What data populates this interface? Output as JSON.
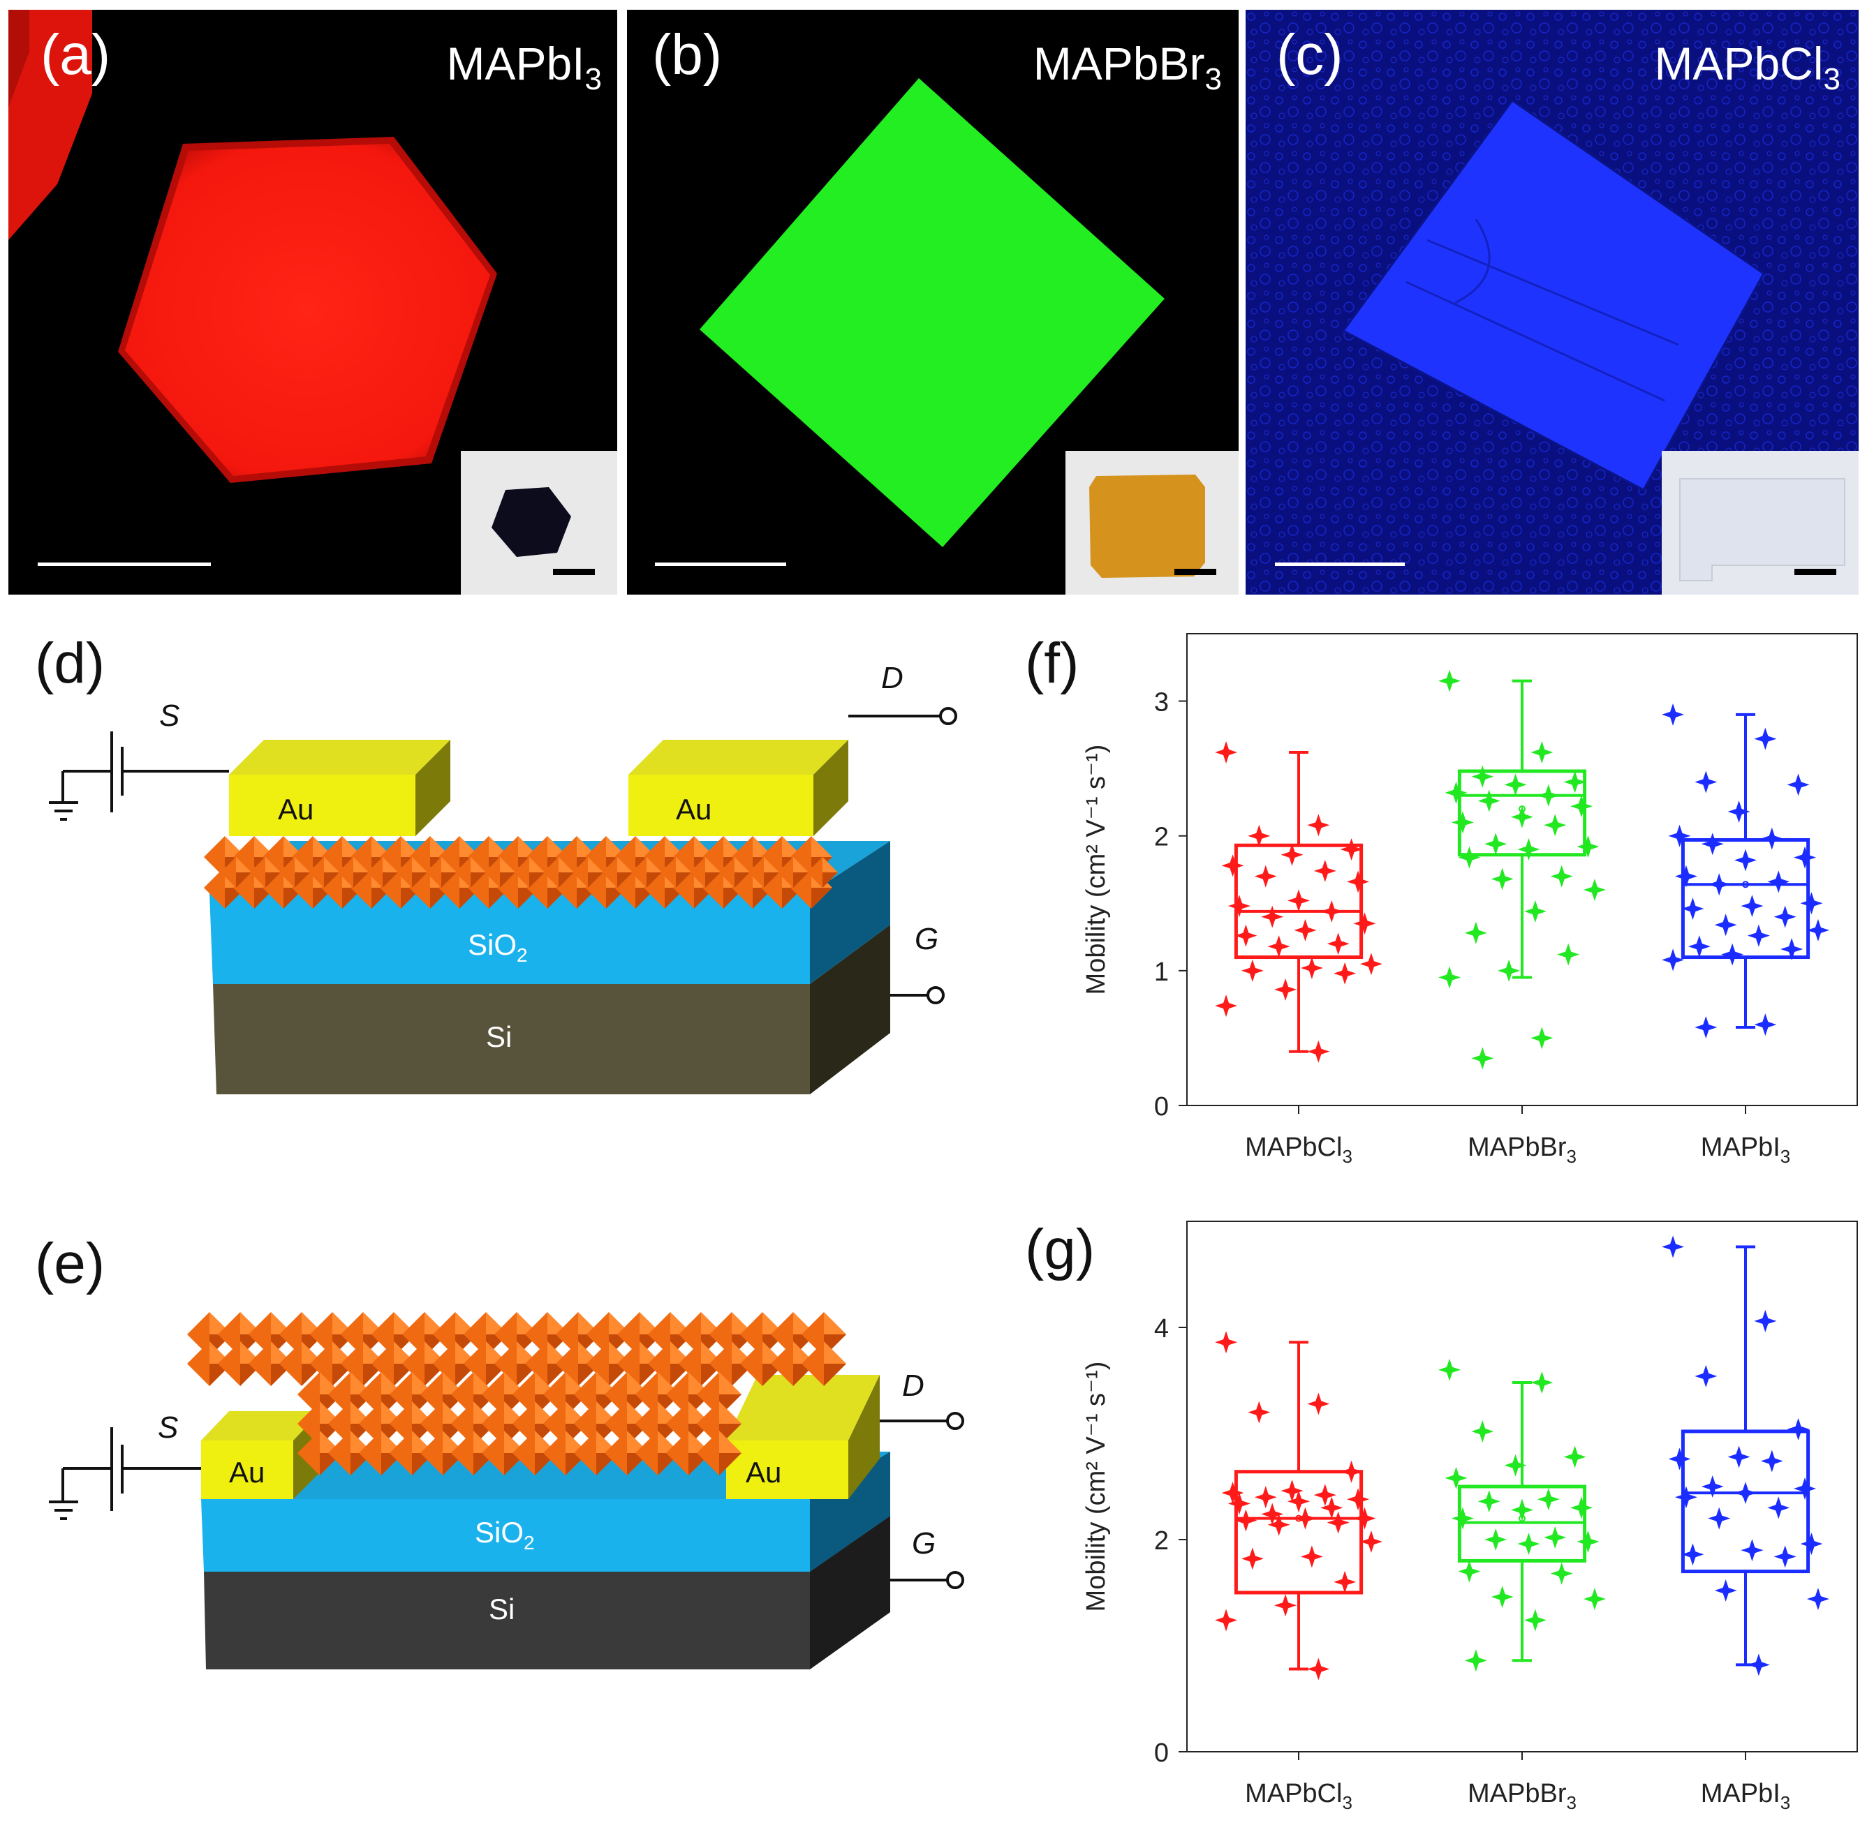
{
  "panels": {
    "a": {
      "label": "(a)",
      "material_main": "MAPbI",
      "material_sub": "3",
      "color": "#ff1a12"
    },
    "b": {
      "label": "(b)",
      "material_main": "MAPbBr",
      "material_sub": "3",
      "color": "#22ee22"
    },
    "c": {
      "label": "(c)",
      "material_main": "MAPbCl",
      "material_sub": "3",
      "color": "#1a2cff"
    },
    "d": {
      "label": "(d)"
    },
    "e": {
      "label": "(e)"
    },
    "f": {
      "label": "(f)"
    },
    "g": {
      "label": "(g)"
    }
  },
  "device": {
    "source": "S",
    "drain": "D",
    "gate": "G",
    "electrode": "Au",
    "oxide_main": "SiO",
    "oxide_sub": "2",
    "substrate": "Si"
  },
  "chart_data": [
    {
      "panel": "f",
      "type": "box",
      "ylabel": "Mobility  (cm² V⁻¹ s⁻¹)",
      "ylim": [
        0,
        3.5
      ],
      "yticks": [
        0,
        1,
        2,
        3
      ],
      "categories": [
        "MAPbCl3",
        "MAPbBr3",
        "MAPbI3"
      ],
      "category_labels": [
        {
          "main": "MAPbCl",
          "sub": "3"
        },
        {
          "main": "MAPbBr",
          "sub": "3"
        },
        {
          "main": "MAPbI",
          "sub": "3"
        }
      ],
      "series": [
        {
          "color": "#ff1a1a",
          "q1": 1.1,
          "median": 1.44,
          "q3": 1.93,
          "whisker_low": 0.4,
          "whisker_high": 2.62,
          "mean": 1.52,
          "points": [
            2.62,
            2.08,
            2.0,
            1.9,
            1.86,
            1.78,
            1.74,
            1.7,
            1.66,
            1.52,
            1.48,
            1.44,
            1.4,
            1.35,
            1.3,
            1.26,
            1.2,
            1.18,
            1.05,
            1.02,
            1.0,
            0.98,
            0.86,
            0.74,
            0.4
          ]
        },
        {
          "color": "#22e822",
          "q1": 1.86,
          "median": 2.3,
          "q3": 2.48,
          "whisker_low": 0.95,
          "whisker_high": 3.15,
          "mean": 2.2,
          "points": [
            3.15,
            2.62,
            2.44,
            2.4,
            2.38,
            2.32,
            2.3,
            2.26,
            2.22,
            2.14,
            2.1,
            2.08,
            1.94,
            1.92,
            1.9,
            1.84,
            1.7,
            1.68,
            1.6,
            1.44,
            1.28,
            1.12,
            1.0,
            0.95,
            0.5,
            0.35
          ]
        },
        {
          "color": "#1a2cff",
          "q1": 1.1,
          "median": 1.64,
          "q3": 1.97,
          "whisker_low": 0.58,
          "whisker_high": 2.9,
          "mean": 1.64,
          "points": [
            2.9,
            2.72,
            2.4,
            2.38,
            2.18,
            2.0,
            1.98,
            1.94,
            1.84,
            1.82,
            1.7,
            1.66,
            1.64,
            1.5,
            1.48,
            1.46,
            1.4,
            1.34,
            1.3,
            1.26,
            1.18,
            1.16,
            1.12,
            1.08,
            0.6,
            0.58
          ]
        }
      ]
    },
    {
      "panel": "g",
      "type": "box",
      "ylabel": "Mobility  (cm² V⁻¹ s⁻¹)",
      "ylim": [
        0,
        5
      ],
      "yticks": [
        0,
        2,
        4
      ],
      "categories": [
        "MAPbCl3",
        "MAPbBr3",
        "MAPbI3"
      ],
      "category_labels": [
        {
          "main": "MAPbCl",
          "sub": "3"
        },
        {
          "main": "MAPbBr",
          "sub": "3"
        },
        {
          "main": "MAPbI",
          "sub": "3"
        }
      ],
      "series": [
        {
          "color": "#ff1a1a",
          "q1": 1.5,
          "median": 2.2,
          "q3": 2.64,
          "whisker_low": 0.78,
          "whisker_high": 3.86,
          "mean": 2.2,
          "points": [
            3.86,
            3.28,
            3.2,
            2.64,
            2.46,
            2.44,
            2.42,
            2.4,
            2.38,
            2.36,
            2.34,
            2.3,
            2.24,
            2.2,
            2.2,
            2.18,
            2.16,
            2.14,
            1.98,
            1.84,
            1.82,
            1.6,
            1.38,
            1.24,
            0.78
          ]
        },
        {
          "color": "#22e822",
          "q1": 1.8,
          "median": 2.16,
          "q3": 2.5,
          "whisker_low": 0.86,
          "whisker_high": 3.48,
          "mean": 2.2,
          "points": [
            3.6,
            3.48,
            3.02,
            2.78,
            2.7,
            2.58,
            2.38,
            2.36,
            2.3,
            2.28,
            2.2,
            2.02,
            2.0,
            1.98,
            1.96,
            1.7,
            1.68,
            1.46,
            1.44,
            1.24,
            0.86
          ]
        },
        {
          "color": "#1a2cff",
          "q1": 1.7,
          "median": 2.44,
          "q3": 3.02,
          "whisker_low": 0.82,
          "whisker_high": 4.76,
          "mean": 2.42,
          "points": [
            4.76,
            4.06,
            3.54,
            3.04,
            2.78,
            2.76,
            2.74,
            2.5,
            2.48,
            2.44,
            2.4,
            2.3,
            2.2,
            1.96,
            1.9,
            1.86,
            1.84,
            1.52,
            1.44,
            0.82
          ]
        }
      ]
    }
  ]
}
